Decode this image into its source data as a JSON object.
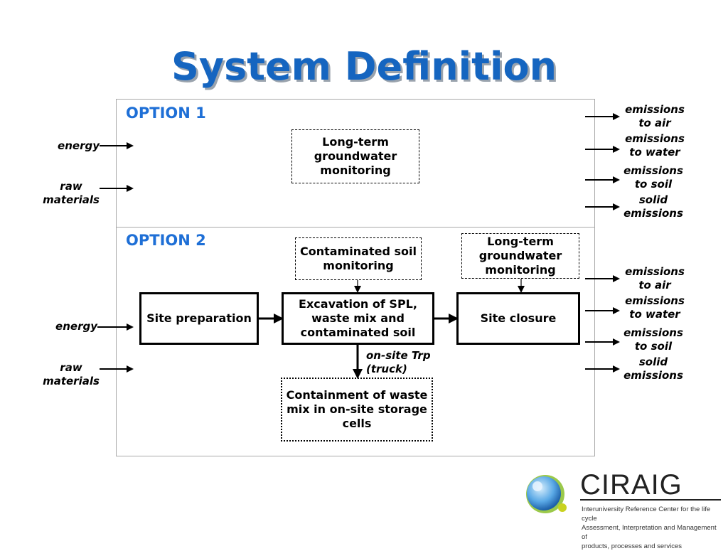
{
  "title": "System Definition",
  "option1": {
    "label": "OPTION 1",
    "box_monitoring": "Long-term groundwater monitoring",
    "inputs": [
      "energy",
      "raw\nmaterials"
    ],
    "outputs": [
      "emissions\nto air",
      "emissions\nto water",
      "emissions\nto soil",
      "solid\nemissions"
    ]
  },
  "option2": {
    "label": "OPTION 2",
    "box_site_prep": "Site preparation",
    "box_excavation": "Excavation of SPL, waste mix and contaminated soil",
    "box_site_closure": "Site closure",
    "box_soil_monitoring": "Contaminated soil monitoring",
    "box_gw_monitoring": "Long-term groundwater monitoring",
    "box_containment": "Containment of waste mix in on-site storage cells",
    "transport_label": "on-site Trp\n(truck)",
    "inputs": [
      "energy",
      "raw\nmaterials"
    ],
    "outputs": [
      "emissions\nto air",
      "emissions\nto water",
      "emissions\nto soil",
      "solid\nemissions"
    ]
  },
  "logo": {
    "name": "CIRAIG",
    "subtitle": "Interuniversity Reference Center for the life cycle\nAssessment, Interpretation and Management of\nproducts, processes and services"
  },
  "colors": {
    "title": "#1565c0",
    "option_label": "#1e6fd6",
    "frame": "#a9a9a9"
  }
}
